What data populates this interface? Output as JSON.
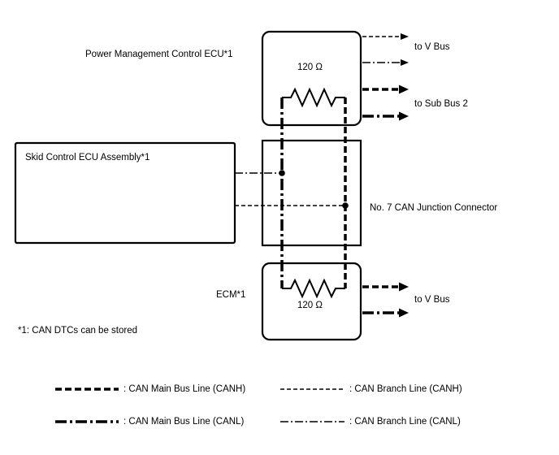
{
  "diagram": {
    "power_management_ecu_label": "Power Management Control ECU*1",
    "skid_control_ecu_label": "Skid Control ECU Assembly*1",
    "junction_connector_label": "No. 7 CAN Junction Connector",
    "ecm_label": "ECM*1",
    "top_resistor_value": "120 Ω",
    "bottom_resistor_value": "120 Ω",
    "to_v_bus_top_label": "to V Bus",
    "to_sub_bus_2_label": "to Sub Bus 2",
    "to_v_bus_bottom_label": "to V Bus",
    "note": "*1: CAN DTCs can be stored"
  },
  "legend": {
    "main_canh": ": CAN Main Bus Line (CANH)",
    "branch_canh": ": CAN Branch Line (CANH)",
    "main_canl": ": CAN Main Bus Line (CANL)",
    "branch_canl": ": CAN Branch Line (CANL)"
  },
  "colors": {
    "line": "#000000",
    "background": "#ffffff"
  }
}
